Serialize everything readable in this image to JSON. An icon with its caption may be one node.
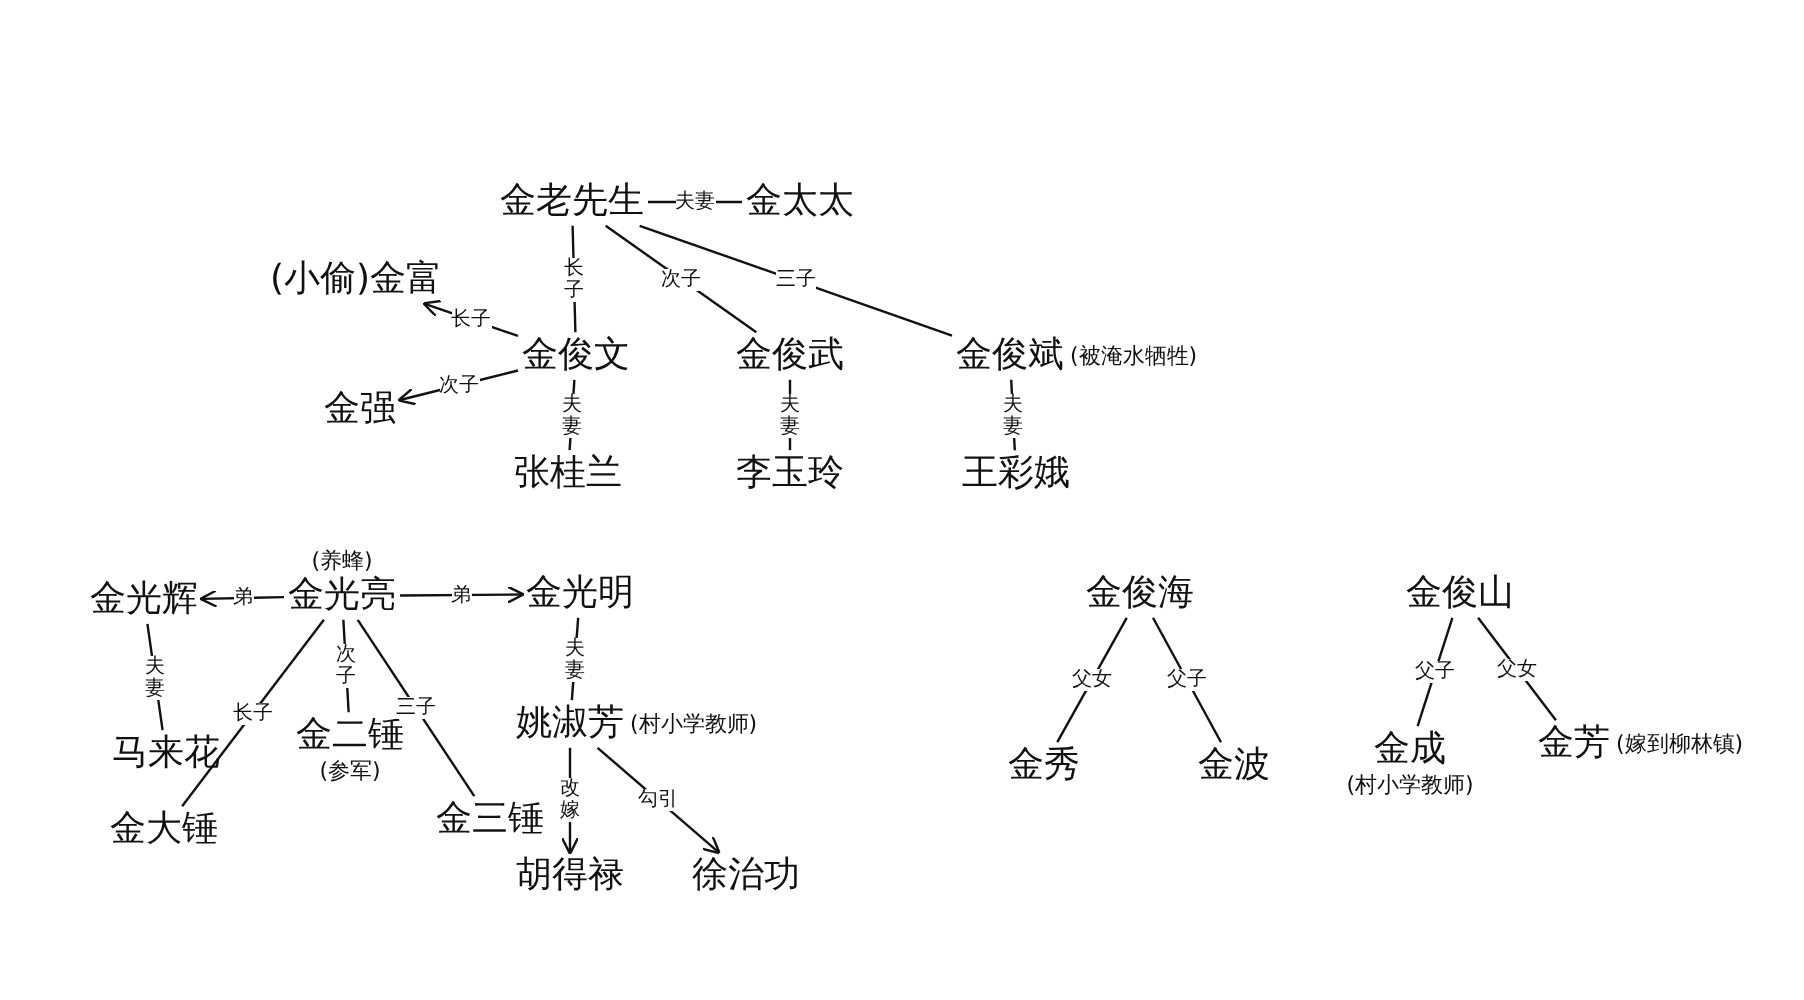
{
  "diagram": {
    "nodes": [
      {
        "text": [
          "金老先生"
        ]
      },
      {
        "text": [
          "金太太"
        ]
      },
      {
        "text": [
          "(小偷)金富"
        ]
      },
      {
        "text": [
          "金俊文"
        ]
      },
      {
        "text": [
          "金俊武"
        ]
      },
      {
        "text": [
          "金俊斌"
        ],
        "beside": [
          "(被淹水牺牲)"
        ]
      },
      {
        "text": [
          "金强"
        ]
      },
      {
        "text": [
          "张桂兰"
        ]
      },
      {
        "text": [
          "李玉玲"
        ]
      },
      {
        "text": [
          "王彩娥"
        ]
      },
      {
        "text": [
          "金光亮"
        ],
        "beside": [
          "(养蜂)"
        ]
      },
      {
        "text": [
          "金光辉"
        ]
      },
      {
        "text": [
          "金光明"
        ]
      },
      {
        "text": [
          "马来花"
        ]
      },
      {
        "text": [
          "金大锤"
        ]
      },
      {
        "text": [
          "金二锤"
        ],
        "beside": [
          "(参军)"
        ]
      },
      {
        "text": [
          "金三锤"
        ]
      },
      {
        "text": [
          "姚淑芳"
        ],
        "beside": [
          "(村小学教师)"
        ]
      },
      {
        "text": [
          "胡得禄"
        ]
      },
      {
        "text": [
          "徐治功"
        ]
      },
      {
        "text": [
          "金俊海"
        ]
      },
      {
        "text": [
          "金秀"
        ]
      },
      {
        "text": [
          "金波"
        ]
      },
      {
        "text": [
          "金俊山"
        ]
      },
      {
        "text": [
          "金成"
        ],
        "beside": [
          "(村小学教师)"
        ]
      },
      {
        "text": [
          "金芳"
        ],
        "beside": [
          "(嫁到柳林镇)"
        ]
      }
    ],
    "edges": [
      {
        "from": 0,
        "to": 1,
        "arrow": "none",
        "label": "夫妻"
      },
      {
        "from": 0,
        "to": 3,
        "arrow": "none",
        "label": "长子"
      },
      {
        "from": 0,
        "to": 4,
        "arrow": "none",
        "label": "次子"
      },
      {
        "from": 0,
        "to": 5,
        "arrow": "none",
        "label": "三子"
      },
      {
        "from": 3,
        "to": 2,
        "arrow": "to",
        "label": "长子"
      },
      {
        "from": 3,
        "to": 6,
        "arrow": "to",
        "label": "次子"
      },
      {
        "from": 3,
        "to": 7,
        "arrow": "none",
        "label": "夫妻"
      },
      {
        "from": 4,
        "to": 8,
        "arrow": "none",
        "label": "夫妻"
      },
      {
        "from": 5,
        "to": 9,
        "arrow": "none",
        "label": "夫妻"
      },
      {
        "from": 10,
        "to": 11,
        "arrow": "to",
        "label": "弟"
      },
      {
        "from": 10,
        "to": 12,
        "arrow": "to",
        "label": "弟"
      },
      {
        "from": 11,
        "to": 13,
        "arrow": "none",
        "label": "夫妻"
      },
      {
        "from": 10,
        "to": 14,
        "arrow": "none",
        "label": "长子"
      },
      {
        "from": 10,
        "to": 15,
        "arrow": "none",
        "label": "次子"
      },
      {
        "from": 10,
        "to": 16,
        "arrow": "none",
        "label": "三子"
      },
      {
        "from": 12,
        "to": 17,
        "arrow": "none",
        "label": "夫妻"
      },
      {
        "from": 17,
        "to": 18,
        "arrow": "to",
        "label": "改嫁"
      },
      {
        "from": 17,
        "to": 19,
        "arrow": "to",
        "label": "勾引"
      },
      {
        "from": 20,
        "to": 21,
        "arrow": "none",
        "label": "父女"
      },
      {
        "from": 20,
        "to": 22,
        "arrow": "none",
        "label": "父子"
      },
      {
        "from": 23,
        "to": 24,
        "arrow": "none",
        "label": "父子"
      },
      {
        "from": 23,
        "to": 25,
        "arrow": "none",
        "label": "父女"
      }
    ]
  }
}
